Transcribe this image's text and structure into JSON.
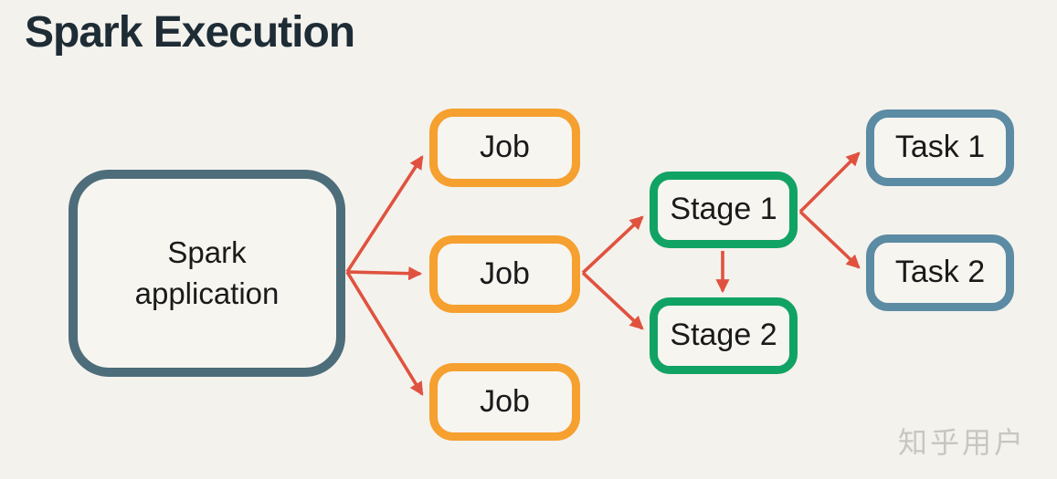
{
  "title": "Spark Execution",
  "watermark": "知乎用户",
  "colors": {
    "background": "#f4f2ed",
    "title_text": "#1e2c36",
    "node_fill": "#f7f5f0",
    "node_text": "#1a1a1a",
    "spark_application_border": "#4d6d7a",
    "job_border": "#f5a02f",
    "stage_border": "#11a364",
    "task_border": "#5c8ba4",
    "arrow": "#e0523f",
    "watermark_text": "#c9c6c0"
  },
  "nodes": {
    "spark_application": {
      "line1": "Spark",
      "line2": "application"
    },
    "job_1": {
      "label": "Job"
    },
    "job_2": {
      "label": "Job"
    },
    "job_3": {
      "label": "Job"
    },
    "stage_1": {
      "label": "Stage 1"
    },
    "stage_2": {
      "label": "Stage 2"
    },
    "task_1": {
      "label": "Task 1"
    },
    "task_2": {
      "label": "Task 2"
    }
  },
  "edges": [
    {
      "from": "spark_application",
      "to": "job_1"
    },
    {
      "from": "spark_application",
      "to": "job_2"
    },
    {
      "from": "spark_application",
      "to": "job_3"
    },
    {
      "from": "job_2",
      "to": "stage_1"
    },
    {
      "from": "job_2",
      "to": "stage_2"
    },
    {
      "from": "stage_1",
      "to": "stage_2"
    },
    {
      "from": "stage_1",
      "to": "task_1"
    },
    {
      "from": "stage_1",
      "to": "task_2"
    }
  ]
}
